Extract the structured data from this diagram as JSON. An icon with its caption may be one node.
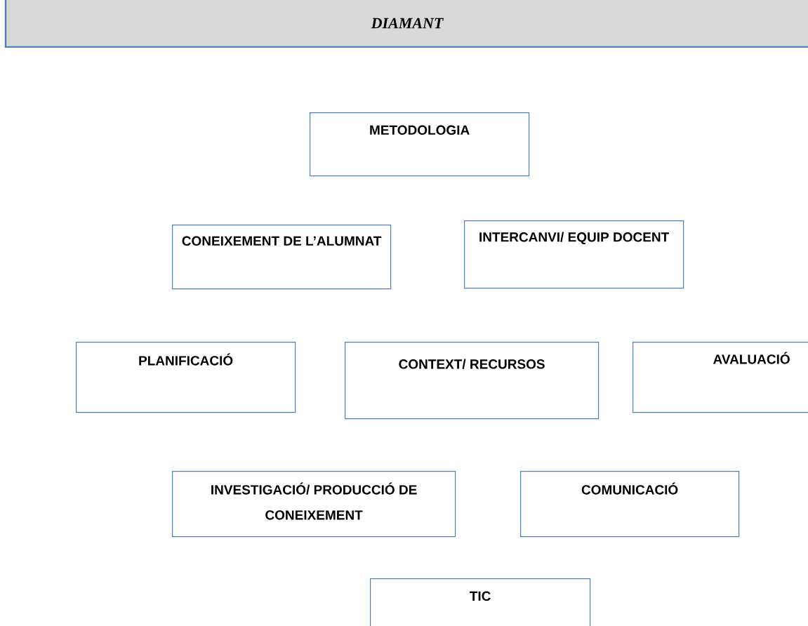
{
  "diagram": {
    "title": "DIAMANT",
    "nodes": [
      {
        "text": [
          "METODOLOGIA"
        ]
      },
      {
        "text": [
          "CONEIXEMENT DE L’ALUMNAT"
        ]
      },
      {
        "text": [
          "INTERCANVI/ EQUIP DOCENT"
        ]
      },
      {
        "text": [
          "PLANIFICACIÓ"
        ]
      },
      {
        "text": [
          "CONTEXT/ RECURSOS"
        ]
      },
      {
        "text": [
          "AVALUACIÓ"
        ]
      },
      {
        "text": [
          "INVESTIGACIÓ/ PRODUCCIÓ DE CONEIXEMENT"
        ]
      },
      {
        "text": [
          "COMUNICACIÓ"
        ]
      },
      {
        "text": [
          "TIC"
        ]
      }
    ]
  }
}
